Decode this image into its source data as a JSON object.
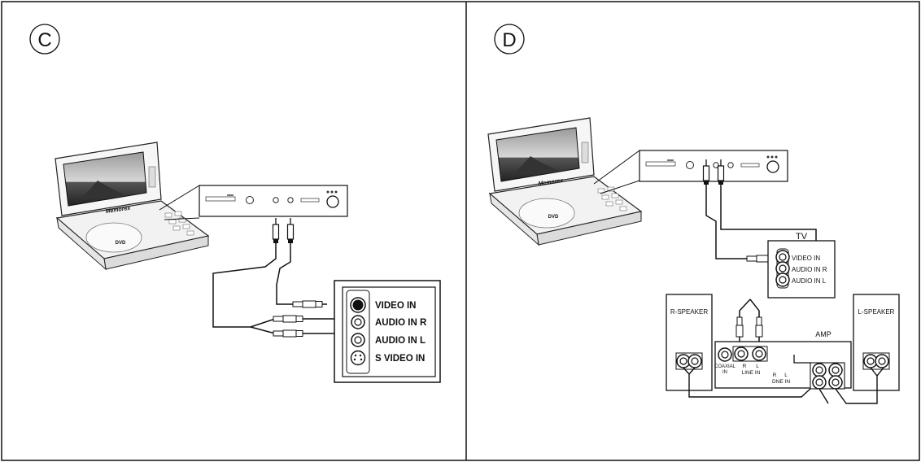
{
  "panels": {
    "left": {
      "letter": "C",
      "laptop_brand": "Memorex",
      "disc_logo": "DVD",
      "inputs": [
        "VIDEO IN",
        "AUDIO IN R",
        "AUDIO IN L",
        "S VIDEO IN"
      ]
    },
    "right": {
      "letter": "D",
      "laptop_brand": "Memorex",
      "disc_logo": "DVD",
      "tv": {
        "title": "TV",
        "inputs": [
          "VIDEO IN",
          "AUDIO IN R",
          "AUDIO IN L"
        ]
      },
      "amp": {
        "title": "AMP",
        "coaxial": "COAXIAL",
        "coaxial_in": "IN",
        "line_in_r": "R",
        "line_in_l": "L",
        "line_in": "LINE IN",
        "dne_r": "R",
        "dne_l": "L",
        "dne_in": "DNE IN"
      },
      "r_speaker": "R-SPEAKER",
      "l_speaker": "L-SPEAKER"
    }
  },
  "colors": {
    "line": "#111111",
    "screen_dark": "#3a3a3a",
    "device_light": "#f4f4f4"
  }
}
